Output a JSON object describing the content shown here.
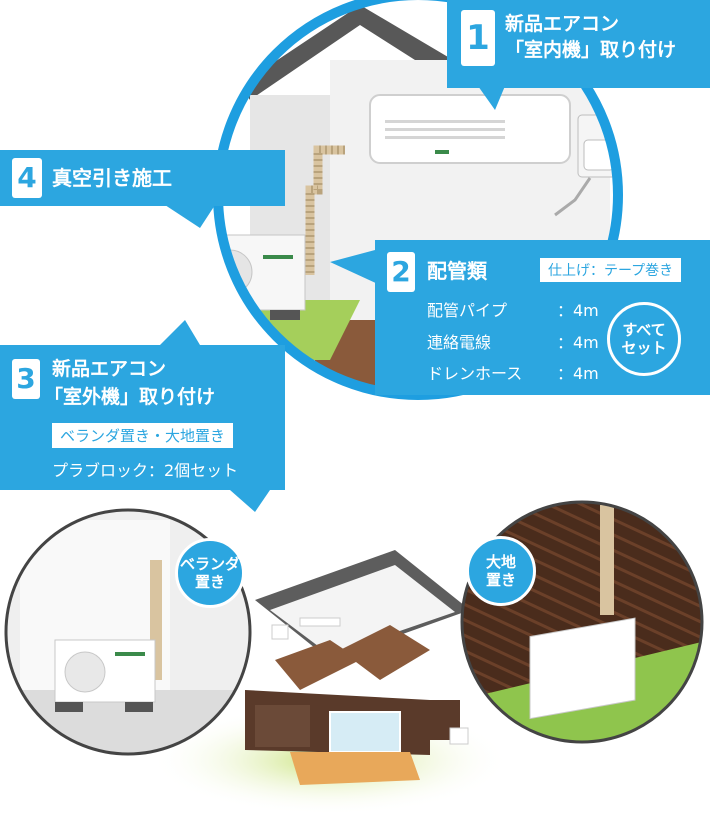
{
  "step1": {
    "number": "1",
    "line1": "新品エアコン",
    "line2": "「室内機」取り付け"
  },
  "step2": {
    "number": "2",
    "title": "配管類",
    "tag": "仕上げ：テープ巻き",
    "rows": [
      {
        "name": "配管パイプ",
        "value": "：4m"
      },
      {
        "name": "連絡電線",
        "value": "：4m"
      },
      {
        "name": "ドレンホース",
        "value": "：4m"
      }
    ],
    "badge_line1": "すべて",
    "badge_line2": "セット"
  },
  "step3": {
    "number": "3",
    "line1": "新品エアコン",
    "line2": "「室外機」取り付け",
    "tag": "ベランダ置き・大地置き",
    "note": "プラブロック：2個セット"
  },
  "step4": {
    "number": "4",
    "title": "真空引き施工"
  },
  "veranda_badge": {
    "line1": "ベランダ",
    "line2": "置き"
  },
  "ground_badge": {
    "line1": "大地",
    "line2": "置き"
  },
  "colors": {
    "accent": "#2ca6e0",
    "circle": "#1e9ee0",
    "unit_green": "#3a8a4a"
  }
}
